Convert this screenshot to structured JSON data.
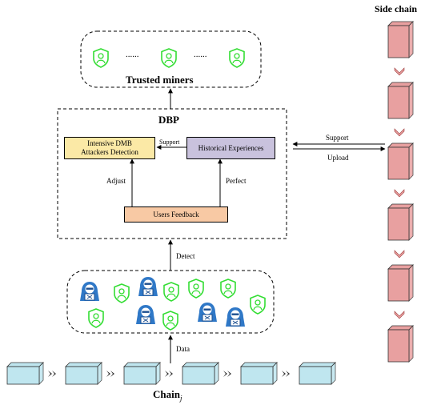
{
  "side_chain": {
    "title": "Side chain",
    "block_count": 6
  },
  "trusted_miners": {
    "label": "Trusted miners",
    "ellipsis": [
      "......",
      "......"
    ]
  },
  "dbp": {
    "title": "DBP",
    "detection_box": {
      "line1": "Intensive DMB",
      "line2": "Attackers Detection"
    },
    "history_box": "Historical Experiences",
    "feedback_box": "Users Feedback",
    "edge_support": "Support",
    "edge_adjust": "Adjust",
    "edge_perfect": "Perfect",
    "colors": {
      "detection_fill": "#fbe9a6",
      "history_fill": "#c9c2dd",
      "feedback_fill": "#f8c9a4"
    }
  },
  "side_link": {
    "support": "Support",
    "upload": "Upload"
  },
  "detect_label": "Detect",
  "data_label": "Data",
  "chain": {
    "name": "Chain",
    "subscript": "j",
    "block_count": 6
  },
  "icons": {
    "shield_color": "#33dd33",
    "hacker_color": "#2f78c7",
    "block_cyan": "#bfe6ef",
    "block_red": "#e8a0a0"
  }
}
